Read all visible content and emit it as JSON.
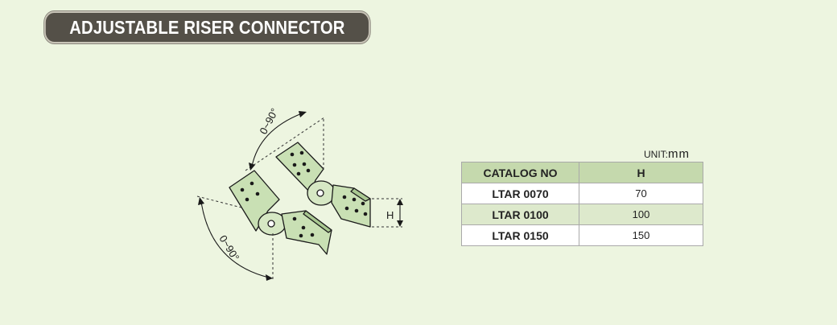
{
  "title": "ADJUSTABLE RISER CONNECTOR",
  "unit_label": "UNIT:",
  "unit_value": "mm",
  "drawing": {
    "angle_top": "0~90°",
    "angle_bottom": "0~90°",
    "height_label": "H"
  },
  "table": {
    "headers": [
      "CATALOG NO",
      "H"
    ],
    "rows": [
      {
        "catalog": "LTAR 0070",
        "h": "70"
      },
      {
        "catalog": "LTAR 0100",
        "h": "100"
      },
      {
        "catalog": "LTAR 0150",
        "h": "150"
      }
    ]
  },
  "colors": {
    "background": "#edf5e0",
    "title_badge": "#545048",
    "table_header": "#c5d9ad",
    "table_shaded_row": "#dde9cc",
    "part_fill": "#c9e0b4"
  }
}
